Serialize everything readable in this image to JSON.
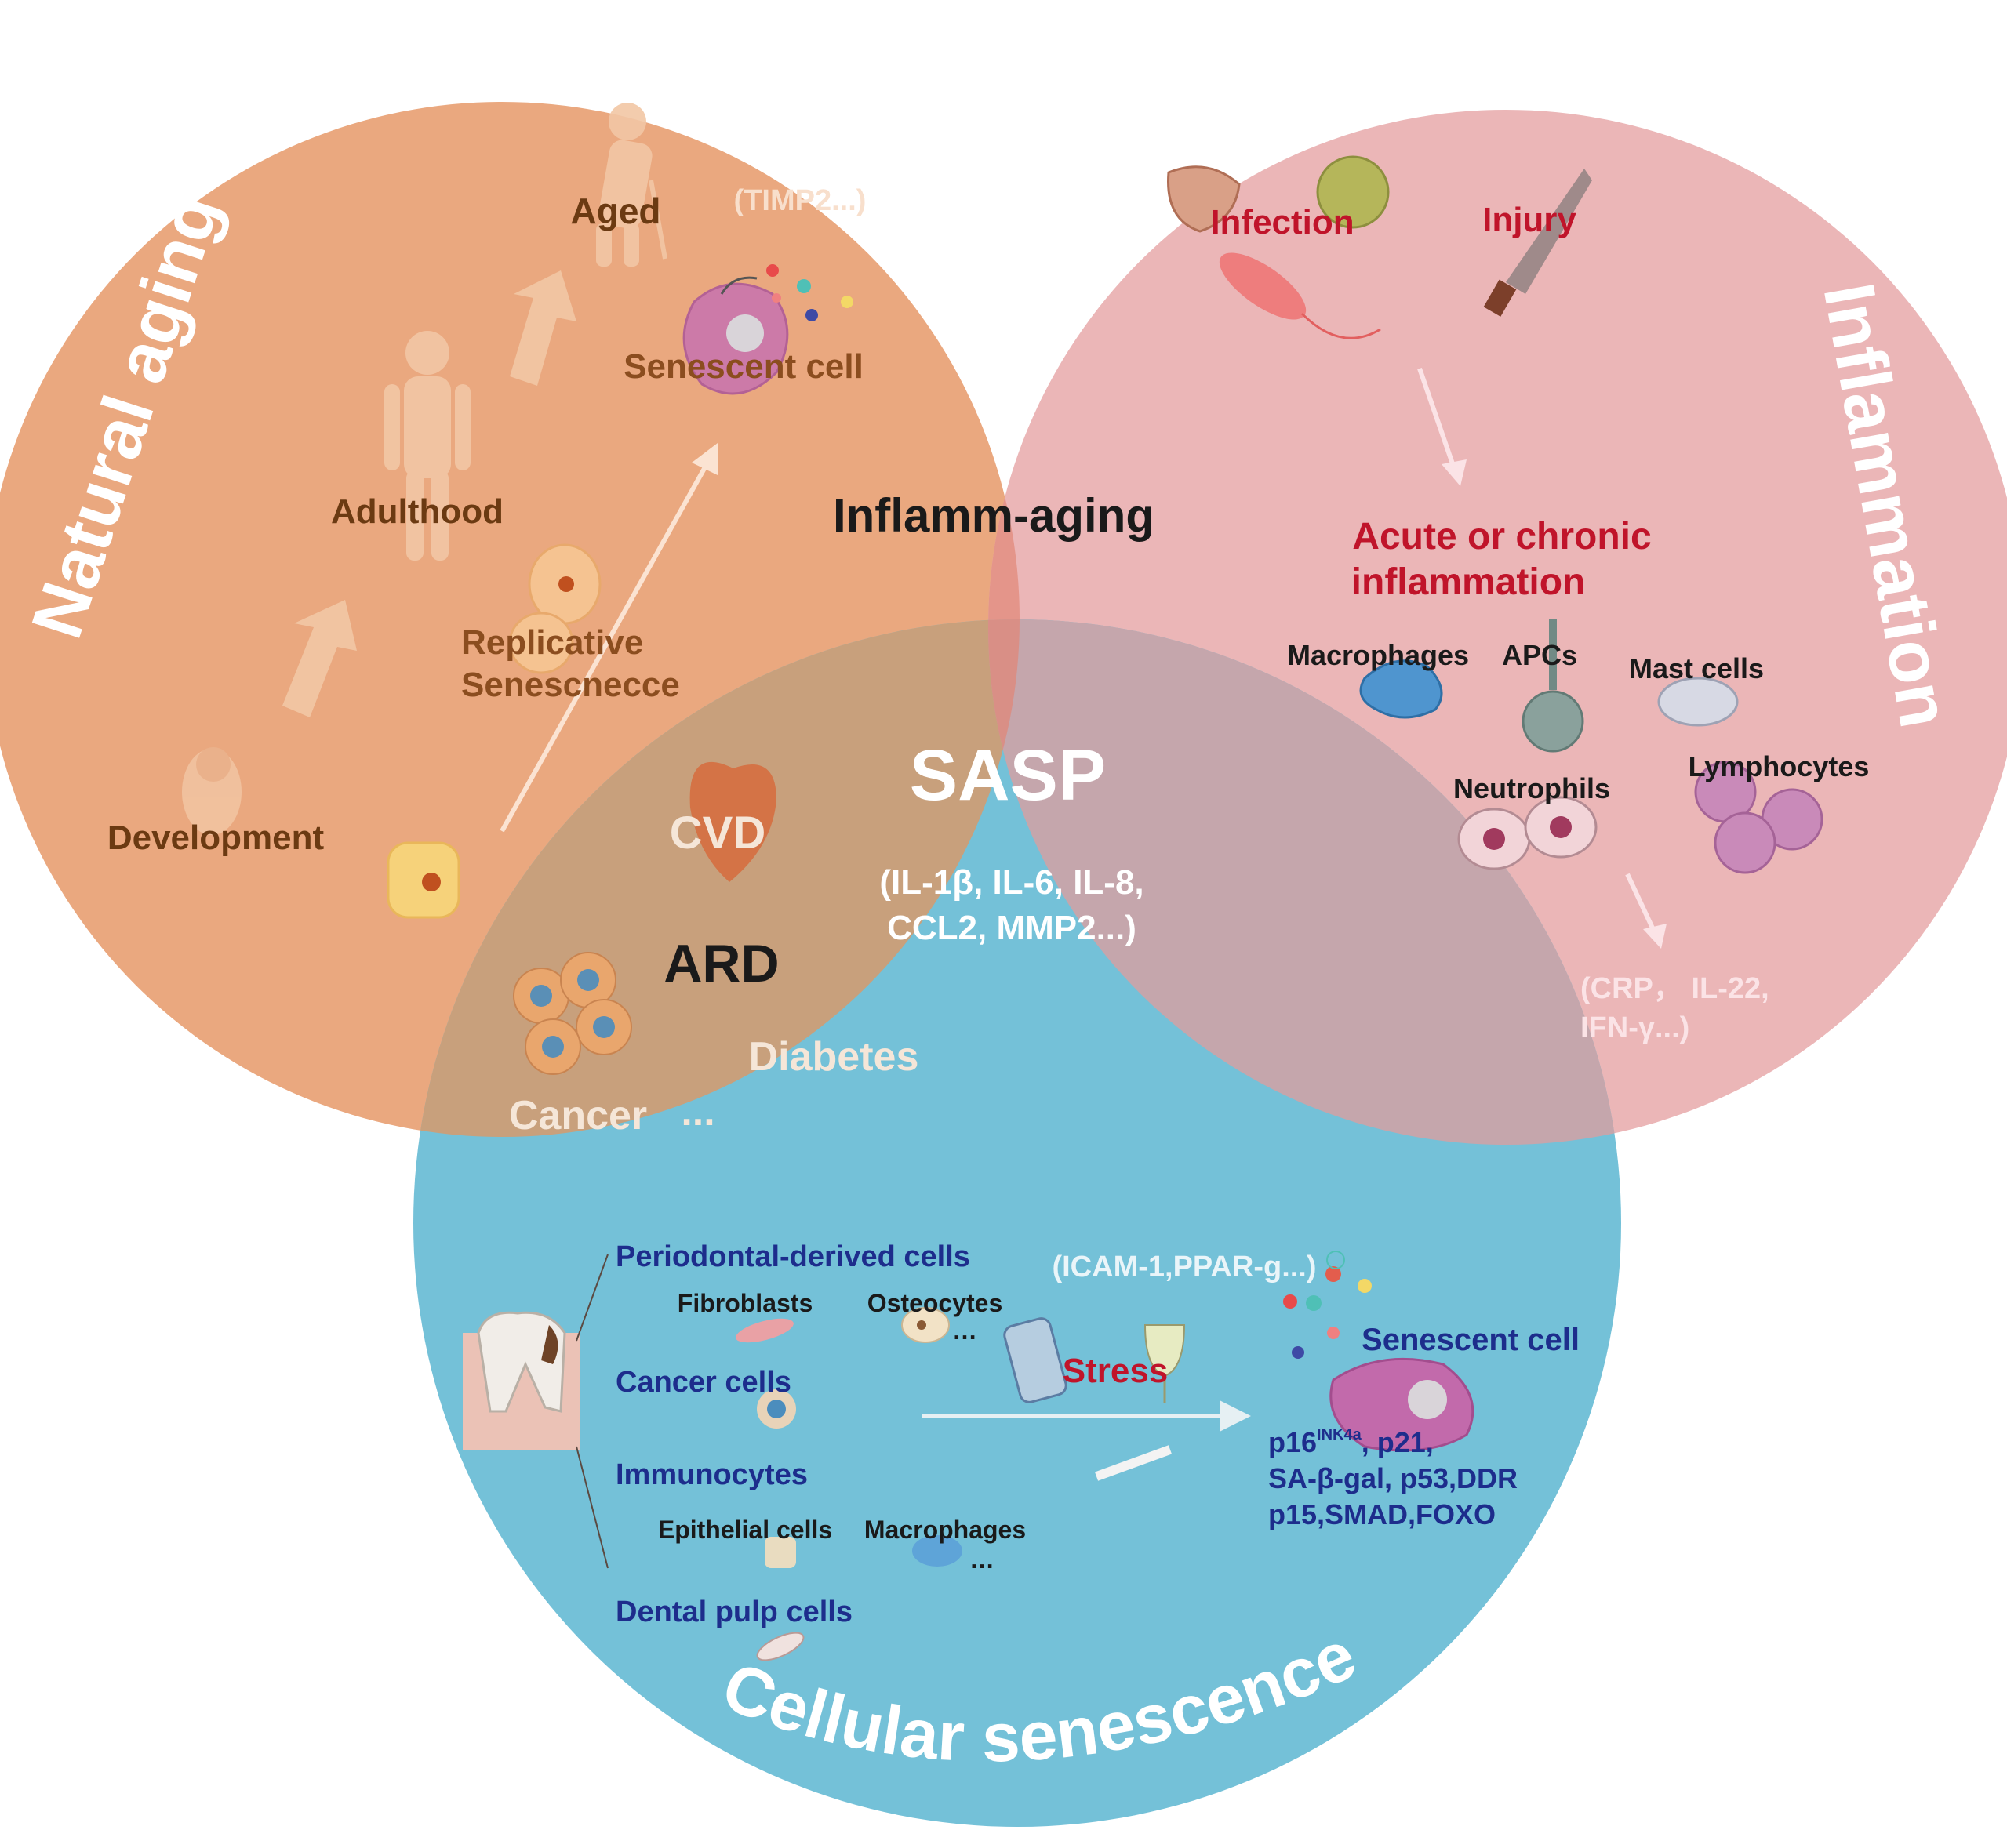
{
  "colors": {
    "aging": "#eaa87f",
    "inflammation": "#ebb6b7",
    "senescence": "#74c1d8",
    "aging_inflam": "#e4958a",
    "aging_sen": "#c8a07c",
    "inflam_sen": "#c5a6ac",
    "center": "#d98f86",
    "brown": "#6b3a12",
    "red": "#c0142a",
    "navy": "#1d2d8c",
    "black": "#1a1a1a",
    "white": "#ffffff"
  },
  "natural_aging": {
    "title": "Natural aging",
    "aged": "Aged",
    "timp": "(TIMP2...)",
    "senescent_cell": "Senescent cell",
    "adulthood": "Adulthood",
    "replicative_1": "Replicative",
    "replicative_2": "Senescnecce",
    "development": "Development"
  },
  "inflammation": {
    "title": "Inflammation",
    "infection": "Infection",
    "injury": "Injury",
    "acute_1": "Acute or chronic",
    "acute_2": "inflammation",
    "macrophages": "Macrophages",
    "apcs": "APCs",
    "mast_cells": "Mast cells",
    "neutrophils": "Neutrophils",
    "lymphocytes": "Lymphocytes",
    "markers_1": "(CRP， IL-22,",
    "markers_2": "IFN-γ...)"
  },
  "overlap": {
    "inflamm_aging": "Inflamm-aging",
    "sasp": "SASP",
    "sasp_markers_1": "(IL-1β, IL-6, IL-8,",
    "sasp_markers_2": "CCL2, MMP2...)",
    "cvd": "CVD",
    "ard": "ARD",
    "diabetes": "Diabetes",
    "cancer": "Cancer",
    "ellipsis": "..."
  },
  "cellular_senescence": {
    "title": "Cellular senescence",
    "periodontal": "Periodontal-derived cells",
    "fibroblasts": "Fibroblasts",
    "osteocytes": "Osteocytes",
    "dots": "…",
    "cancer_cells": "Cancer cells",
    "immunocytes": "Immunocytes",
    "epithelial": "Epithelial cells",
    "macrophages": "Macrophages",
    "dental_pulp": "Dental pulp cells",
    "icam": "(ICAM-1,PPAR-g...)",
    "stress": "Stress",
    "senescent_cell": "Senescent cell",
    "p16": "p16",
    "ink4a": "INK4a",
    "p21": ", p21,",
    "markers_2": "SA-β-gal, p53,DDR",
    "markers_3": "p15,SMAD,FOXO"
  }
}
